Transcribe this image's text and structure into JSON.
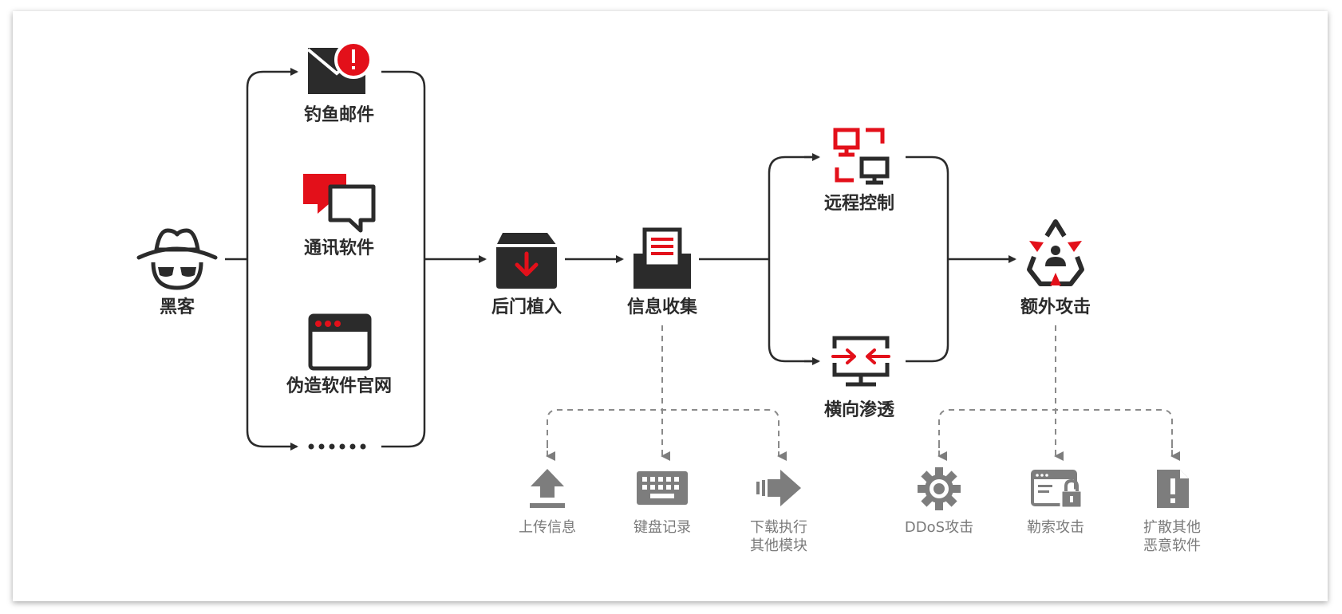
{
  "diagram": {
    "nodes": {
      "hacker": "黑客",
      "phishing_email": "钓鱼邮件",
      "im_software": "通讯软件",
      "fake_website": "伪造软件官网",
      "more": "......",
      "backdoor": "后门植入",
      "info_collect": "信息收集",
      "remote_control": "远程控制",
      "lateral_move": "横向渗透",
      "extra_attack": "额外攻击"
    },
    "sub_actions_info": [
      {
        "label": "上传信息",
        "icon": "upload-icon"
      },
      {
        "label": "键盘记录",
        "icon": "keyboard-icon"
      },
      {
        "line1": "下载执行",
        "line2": "其他模块",
        "icon": "download-execute-icon"
      }
    ],
    "sub_actions_attack": [
      {
        "label": "DDoS攻击",
        "icon": "gear-icon"
      },
      {
        "label": "勒索攻击",
        "icon": "ransom-lock-icon"
      },
      {
        "line1": "扩散其他",
        "line2": "恶意软件",
        "icon": "warning-file-icon"
      }
    ],
    "colors": {
      "accent": "#e3101a",
      "dark": "#2b2b2b",
      "gray": "#7d7d7d"
    }
  }
}
